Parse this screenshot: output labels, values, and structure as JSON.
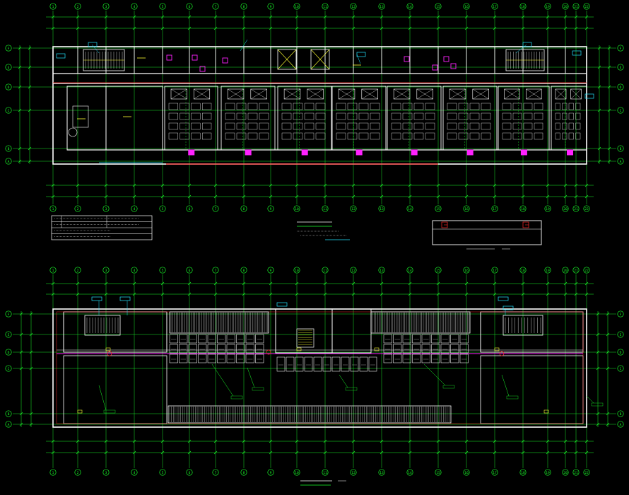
{
  "colors": {
    "background": "#000000",
    "grid": "#19ff2a",
    "wall": "#ffffff",
    "dimension": "#19ff2a",
    "equipment": "#ff22ff",
    "pipe": "#ff2a2a",
    "accent_cyan": "#22e6ff",
    "accent_yellow": "#ffff33"
  },
  "upper_plan": {
    "grid_columns": [
      "1",
      "2",
      "3",
      "4",
      "5",
      "6",
      "7",
      "8",
      "9",
      "10",
      "11",
      "12",
      "13",
      "14",
      "15",
      "16",
      "17",
      "18",
      "19",
      "20",
      "21",
      "22"
    ],
    "grid_rows": [
      "F",
      "E",
      "D",
      "C",
      "B",
      "A"
    ],
    "title": "",
    "scale": ""
  },
  "lower_plan": {
    "grid_columns": [
      "1",
      "2",
      "3",
      "4",
      "5",
      "6",
      "7",
      "8",
      "9",
      "10",
      "11",
      "12",
      "13",
      "14",
      "15",
      "16",
      "17",
      "18",
      "19",
      "20",
      "21",
      "22"
    ],
    "grid_rows": [
      "F",
      "E",
      "D",
      "C",
      "B",
      "A"
    ],
    "title": "",
    "scale": ""
  },
  "notes_table": {
    "rows": 4,
    "cols": 3
  },
  "detail_box": {
    "title": ""
  }
}
